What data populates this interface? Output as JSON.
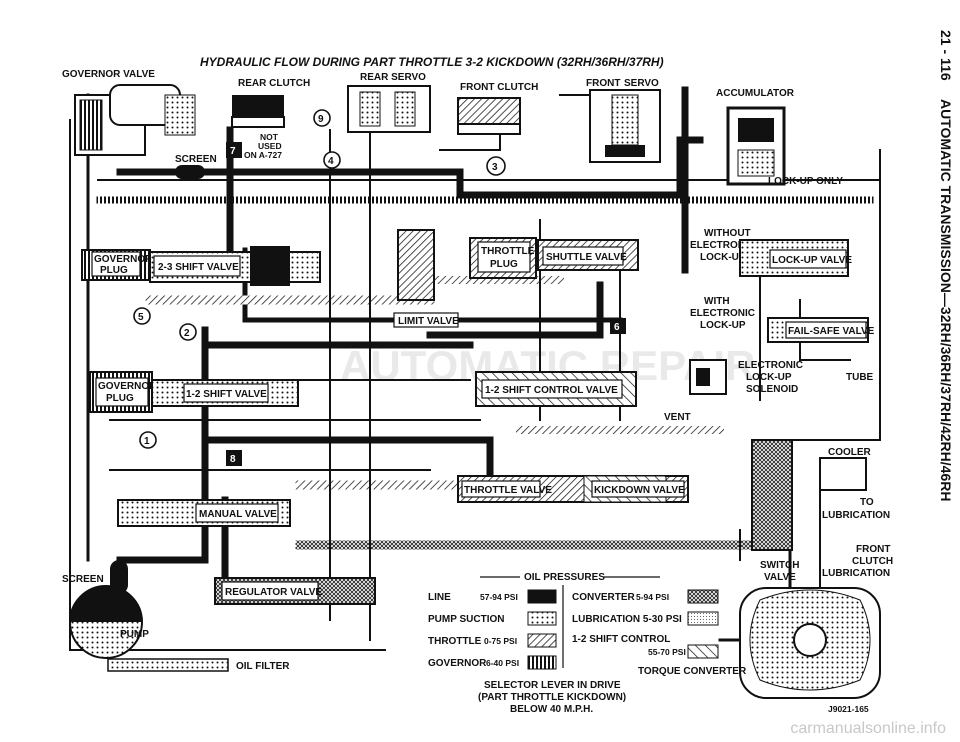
{
  "title": "HYDRAULIC FLOW DURING PART THROTTLE 3-2 KICKDOWN (32RH/36RH/37RH)",
  "side_header": {
    "page": "21 - 116",
    "section": "AUTOMATIC TRANSMISSION—32RH/36RH/37RH/42RH/46RH"
  },
  "components": {
    "governor_valve": "GOVERNOR VALVE",
    "rear_clutch": "REAR CLUTCH",
    "rear_servo": "REAR SERVO",
    "front_clutch": "FRONT CLUTCH",
    "front_servo_a": "FRONT",
    "front_servo_b": "SERVO",
    "accumulator": "ACCUMULATOR",
    "not_used_1": "NOT",
    "not_used_2": "USED",
    "not_used_3": "ON A-727",
    "screen_top": "SCREEN",
    "lockup_only": "LOCK-UP ONLY",
    "governor_plug_top_1": "GOVERNOR",
    "governor_plug_top_2": "PLUG",
    "shift_23": "2-3 SHIFT VALVE",
    "limit_valve": "LIMIT VALVE",
    "throttle_plug_1": "THROTTLE",
    "throttle_plug_2": "PLUG",
    "shuttle_valve": "SHUTTLE VALVE",
    "without_elu_1": "WITHOUT",
    "without_elu_2": "ELECTRONIC",
    "without_elu_3": "LOCK-UP",
    "lockup_valve": "LOCK-UP VALVE",
    "with_elu_1": "WITH",
    "with_elu_2": "ELECTRONIC",
    "with_elu_3": "LOCK-UP",
    "failsafe_valve": "FAIL-SAFE VALVE",
    "elu_solenoid_1": "ELECTRONIC",
    "elu_solenoid_2": "LOCK-UP",
    "elu_solenoid_3": "SOLENOID",
    "tube": "TUBE",
    "governor_plug_bot_1": "GOVERNOR",
    "governor_plug_bot_2": "PLUG",
    "shift_12": "1-2 SHIFT VALVE",
    "shift_12_control": "1-2 SHIFT CONTROL VALVE",
    "vent": "VENT",
    "cooler": "COOLER",
    "to_lub_1": "TO",
    "to_lub_2": "LUBRICATION",
    "throttle_valve": "THROTTLE VALVE",
    "kickdown_valve": "KICKDOWN VALVE",
    "manual_valve": "MANUAL VALVE",
    "switch_valve_1": "SWITCH",
    "switch_valve_2": "VALVE",
    "front_clutch_lub_1": "FRONT",
    "front_clutch_lub_2": "CLUTCH",
    "front_clutch_lub_3": "LUBRICATION",
    "screen_bottom": "SCREEN",
    "regulator_valve": "REGULATOR VALVE",
    "pump": "PUMP",
    "oil_filter": "OIL FILTER",
    "torque_converter": "TORQUE CONVERTER"
  },
  "circuit_numbers": [
    "1",
    "2",
    "3",
    "4",
    "5",
    "6",
    "7",
    "8",
    "9"
  ],
  "legend": {
    "heading": "OIL PRESSURES",
    "left": [
      {
        "name": "LINE",
        "psi": "57-94 PSI",
        "pattern": "solid"
      },
      {
        "name": "PUMP SUCTION",
        "psi": "",
        "pattern": "dots"
      },
      {
        "name": "THROTTLE",
        "psi": "0-75 PSI",
        "pattern": "hatch"
      },
      {
        "name": "GOVERNOR",
        "psi": "6-40 PSI",
        "pattern": "vertical"
      }
    ],
    "right": [
      {
        "name": "CONVERTER",
        "psi": "5-94 PSI",
        "pattern": "crosshatch"
      },
      {
        "name": "LUBRICATION 5-30 PSI",
        "psi": "",
        "pattern": "fine-dots"
      },
      {
        "name": "1-2 SHIFT CONTROL",
        "psi": "55-70 PSI",
        "pattern": "diagonal"
      }
    ]
  },
  "caption": {
    "line1": "SELECTOR LEVER IN DRIVE",
    "line2": "(PART THROTTLE KICKDOWN)",
    "line3": "BELOW 40 M.P.H."
  },
  "figure_id": "J9021-165",
  "site": "carmanualsonline.info",
  "watermark": "AUTOMATIC REPAIR"
}
